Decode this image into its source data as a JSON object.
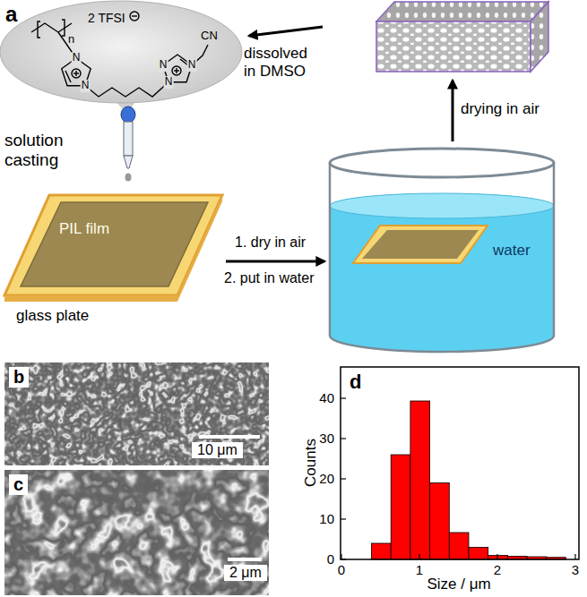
{
  "diagram": {
    "nodes": [
      {
        "text": [
          "glass plate"
        ]
      },
      {
        "text": [
          "PIL film"
        ],
        "in": 0
      },
      {
        "text": [
          "water"
        ]
      }
    ],
    "edges": [
      {
        "from": 0,
        "to": 2,
        "arrow": "to"
      }
    ],
    "labels": [
      "a",
      "2 TFSI",
      "n",
      "N",
      "N",
      "N",
      "N",
      "N",
      "CN",
      "dissolved in DMSO",
      "solution casting",
      "drying in air",
      "1. dry in air",
      "2. put in water",
      "b",
      "10 μm",
      "c",
      "2 μm",
      "d",
      "Counts",
      "Size / μm",
      "0",
      "10",
      "20",
      "30",
      "40",
      "0",
      "1",
      "2",
      "3"
    ]
  }
}
